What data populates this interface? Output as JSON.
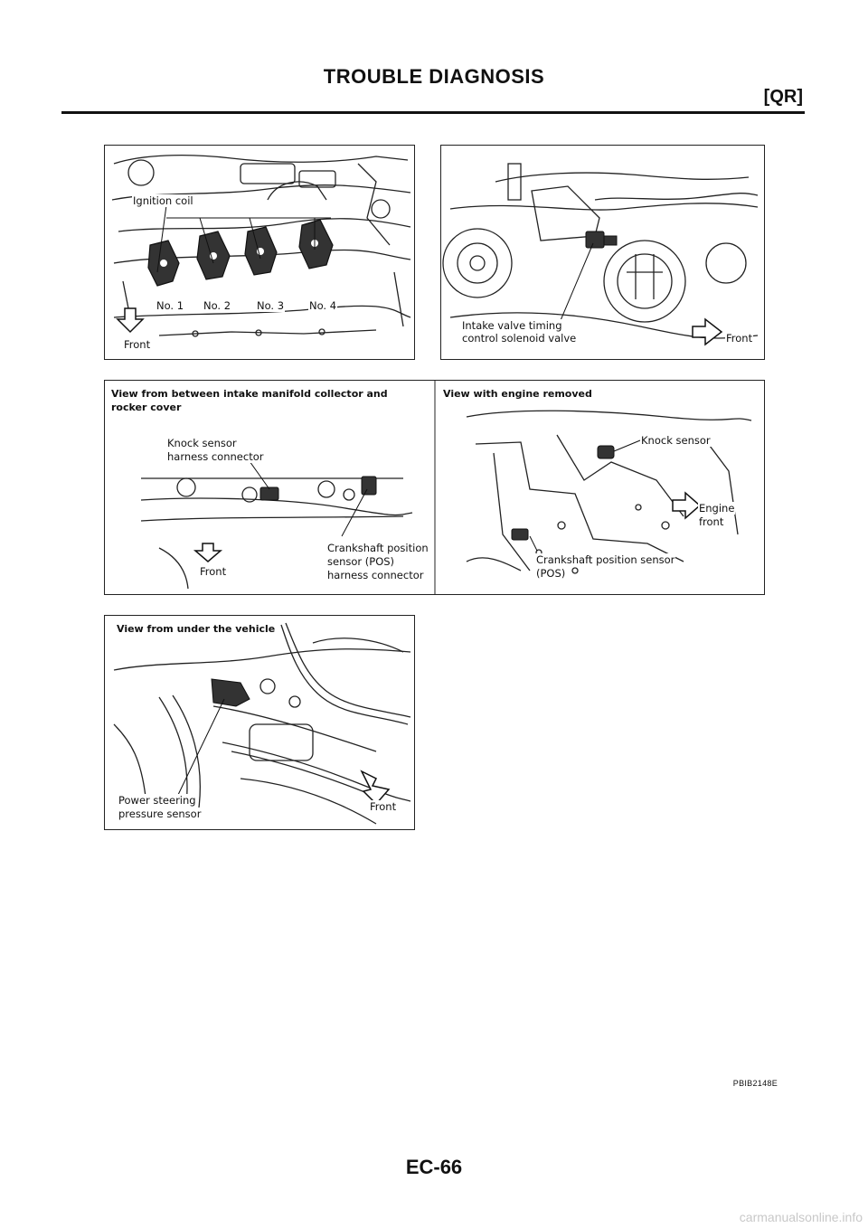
{
  "header": {
    "title": "TROUBLE DIAGNOSIS",
    "section_code": "[QR]"
  },
  "panel_ignition": {
    "callout_ignition_coil": "Ignition coil",
    "coil_labels": [
      "No. 1",
      "No. 2",
      "No. 3",
      "No. 4"
    ],
    "front_label": "Front"
  },
  "panel_valve_timing": {
    "callout_line1": "Intake valve timing",
    "callout_line2": "control solenoid valve",
    "front_label": "Front"
  },
  "panel_knock": {
    "left_heading_line1": "View from between intake manifold collector and",
    "left_heading_line2": "rocker cover",
    "knock_connector_line1": "Knock sensor",
    "knock_connector_line2": "harness connector",
    "crank_connector_line1": "Crankshaft position",
    "crank_connector_line2": "sensor (POS)",
    "crank_connector_line3": "harness connector",
    "front_label": "Front",
    "right_heading": "View with engine removed",
    "knock_sensor": "Knock sensor",
    "engine_front_line1": "Engine",
    "engine_front_line2": "front",
    "crank_sensor_line1": "Crankshaft position sensor",
    "crank_sensor_line2": "(POS)"
  },
  "panel_power_steering": {
    "heading": "View from under the vehicle",
    "callout_line1": "Power steering",
    "callout_line2": "pressure sensor",
    "front_label": "Front"
  },
  "figure_ref": "PBIB2148E",
  "footer": {
    "page_number": "EC-66"
  },
  "watermark": "carmanualsonline.info"
}
